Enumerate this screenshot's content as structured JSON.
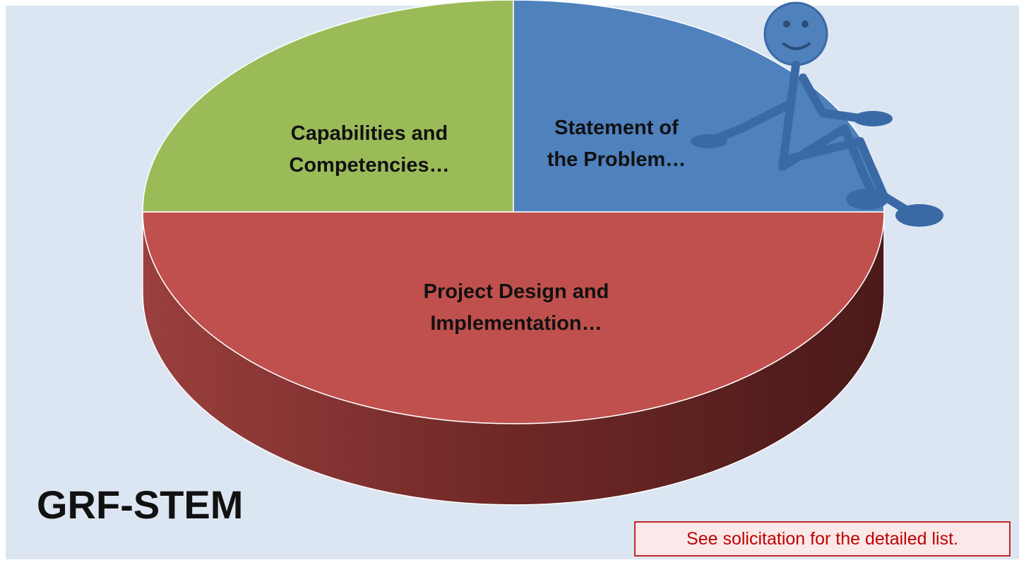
{
  "chart_data": {
    "type": "pie",
    "title": "",
    "slices": [
      {
        "label_lines": [
          "Project Design and",
          "Implementation…"
        ],
        "value": 50,
        "color": "#c0504d"
      },
      {
        "label_lines": [
          "Capabilities and",
          "Competencies…"
        ],
        "value": 25,
        "color": "#9bbb59"
      },
      {
        "label_lines": [
          "Statement of",
          "the Problem…"
        ],
        "value": 25,
        "color": "#4f81bd"
      }
    ]
  },
  "footer": {
    "title": "GRF-STEM",
    "note": "See solicitation for the detailed list."
  },
  "colors": {
    "background": "#dce6f2",
    "figure": "#4f81bd",
    "note_border": "#c0272d",
    "note_text": "#c00000"
  }
}
